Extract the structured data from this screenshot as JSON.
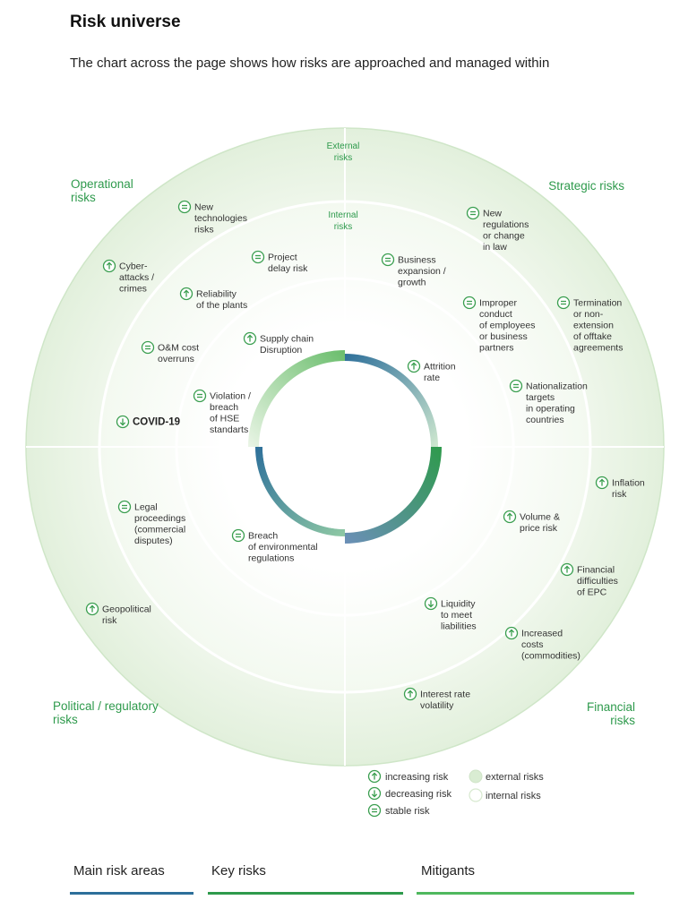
{
  "header": {
    "title": "Risk universe",
    "intro": "The chart across the page shows how risks are approached and managed within"
  },
  "diagram": {
    "ring_labels": {
      "external": [
        "External",
        "risks"
      ],
      "internal": [
        "Internal",
        "risks"
      ]
    },
    "sector_labels": [
      {
        "id": "operational",
        "lines": [
          "Operational",
          "risks"
        ]
      },
      {
        "id": "strategic",
        "lines": [
          "Strategic risks"
        ]
      },
      {
        "id": "political",
        "lines": [
          "Political / regulatory",
          "risks"
        ]
      },
      {
        "id": "financial",
        "lines": [
          "Financial",
          "risks"
        ]
      }
    ],
    "risks": [
      {
        "id": "new-technologies",
        "lines": [
          "New",
          "technologies",
          "risks"
        ],
        "trend": "stable"
      },
      {
        "id": "cyber-attacks",
        "lines": [
          "Cyber-",
          "attacks /",
          "crimes"
        ],
        "trend": "increasing"
      },
      {
        "id": "project-delay",
        "lines": [
          "Project",
          "delay risk"
        ],
        "trend": "stable"
      },
      {
        "id": "reliability-plants",
        "lines": [
          "Reliability",
          "of the plants"
        ],
        "trend": "increasing"
      },
      {
        "id": "om-cost-overruns",
        "lines": [
          "O&M cost",
          "overruns"
        ],
        "trend": "stable"
      },
      {
        "id": "supply-chain",
        "lines": [
          "Supply chain",
          "Disruption"
        ],
        "trend": "increasing"
      },
      {
        "id": "violation-hse",
        "lines": [
          "Violation /",
          "breach",
          "of HSE",
          "standarts"
        ],
        "trend": "stable"
      },
      {
        "id": "covid-19",
        "lines": [
          "COVID-19"
        ],
        "trend": "decreasing",
        "bold": true
      },
      {
        "id": "new-regulations",
        "lines": [
          "New",
          "regulations",
          "or change",
          "in law"
        ],
        "trend": "stable"
      },
      {
        "id": "business-expansion",
        "lines": [
          "Business",
          "expansion /",
          "growth"
        ],
        "trend": "stable"
      },
      {
        "id": "improper-conduct",
        "lines": [
          "Improper",
          "conduct",
          "of employees",
          "or business",
          "partners"
        ],
        "trend": "stable"
      },
      {
        "id": "termination-offtake",
        "lines": [
          "Termination",
          "or non-",
          "extension",
          "of offtake",
          "agreements"
        ],
        "trend": "stable"
      },
      {
        "id": "attrition-rate",
        "lines": [
          "Attrition",
          "rate"
        ],
        "trend": "increasing"
      },
      {
        "id": "nationalization",
        "lines": [
          "Nationalization",
          "targets",
          "in operating",
          "countries"
        ],
        "trend": "stable"
      },
      {
        "id": "inflation",
        "lines": [
          "Inflation",
          "risk"
        ],
        "trend": "increasing"
      },
      {
        "id": "volume-price",
        "lines": [
          "Volume &",
          "price risk"
        ],
        "trend": "increasing"
      },
      {
        "id": "financial-difficulties-epc",
        "lines": [
          "Financial",
          "difficulties",
          "of EPC"
        ],
        "trend": "increasing"
      },
      {
        "id": "liquidity",
        "lines": [
          "Liquidity",
          "to meet",
          "liabilities"
        ],
        "trend": "decreasing"
      },
      {
        "id": "increased-costs",
        "lines": [
          "Increased",
          "costs",
          "(commodities)"
        ],
        "trend": "increasing"
      },
      {
        "id": "interest-rate",
        "lines": [
          "Interest rate",
          "volatility"
        ],
        "trend": "increasing"
      },
      {
        "id": "legal-proceedings",
        "lines": [
          "Legal",
          "proceedings",
          "(commercial",
          "disputes)"
        ],
        "trend": "stable"
      },
      {
        "id": "breach-environmental",
        "lines": [
          "Breach",
          "of environmental",
          "regulations"
        ],
        "trend": "stable"
      },
      {
        "id": "geopolitical",
        "lines": [
          "Geopolitical",
          "risk"
        ],
        "trend": "increasing"
      }
    ]
  },
  "legend": {
    "increasing": "increasing risk",
    "decreasing": "decreasing risk",
    "stable": "stable risk",
    "external": "external risks",
    "internal": "internal risks"
  },
  "tabs": [
    {
      "label": "Main risk areas",
      "color": "#2d6f9a"
    },
    {
      "label": "Key risks",
      "color": "#2e9a4c"
    },
    {
      "label": "Mitigants",
      "color": "#4fb85e"
    }
  ],
  "colors": {
    "accent": "#2e9a4c",
    "outer_ring": "#eaf4e6",
    "inner_ring": "#f6fbf4",
    "divider": "#ffffff",
    "icon": "#3a9e4f"
  }
}
